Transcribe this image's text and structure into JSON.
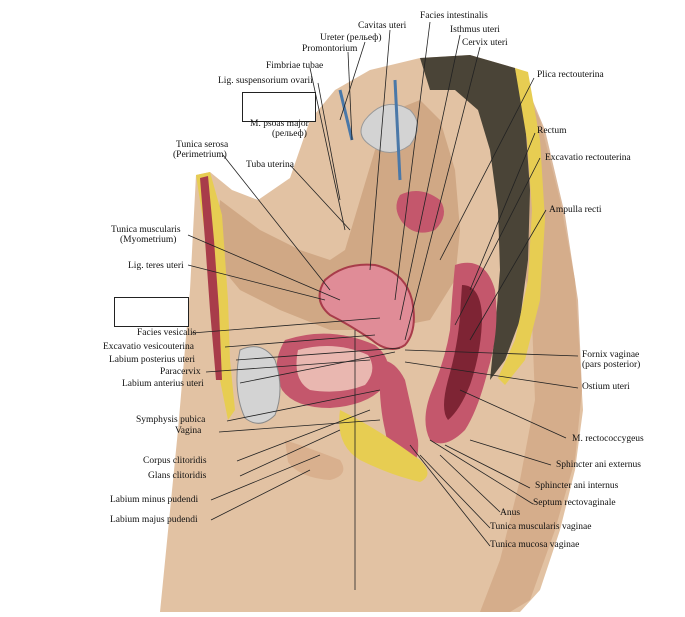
{
  "labels": {
    "cavitas_uteri": "Cavitas uteri",
    "facies_intestinalis": "Facies intestinalis",
    "isthmus_uteri": "Isthmus uteri",
    "ureter": "Ureter (рельеф)",
    "cervix_uteri": "Cervix uteri",
    "promontorium": "Promontorium",
    "fimbriae_tubae": "Fimbriae tubae",
    "plica_rectouterina": "Plica rectouterina",
    "lig_suspensorium": "Lig. suspensorium ovarii",
    "psoas_1": "M. psoas major",
    "psoas_2": "(рельеф)",
    "rectum": "Rectum",
    "tunica_serosa_1": "Tunica serosa",
    "tunica_serosa_2": "(Perimetrium)",
    "excavatio_rectouterina": "Excavatio rectouterina",
    "tuba_uterina": "Tuba uterina",
    "ampulla_recti": "Ampulla recti",
    "tunica_muscularis_1": "Tunica muscularis",
    "tunica_muscularis_2": "(Myometrium)",
    "lig_teres": "Lig. teres uteri",
    "facies_vesicalis": "Facies vesicalis",
    "excavatio_vesicouterina": "Excavatio vesicouterina",
    "labium_posterius": "Labium posterius uteri",
    "paracervix": "Paracervix",
    "labium_anterius": "Labium anterius uteri",
    "fornix_1": "Fornix vaginae",
    "fornix_2": "(pars posterior)",
    "ostium_uteri": "Ostium uteri",
    "symphysis": "Symphysis pubica",
    "vagina": "Vagina",
    "m_rectococcygeus": "M. rectococcygeus",
    "corpus_clitoridis": "Corpus clitoridis",
    "sphincter_externus": "Sphincter ani externus",
    "glans_clitoridis": "Glans clitoridis",
    "sphincter_internus": "Sphincter ani internus",
    "septum": "Septum rectovaginale",
    "labium_minus": "Labium minus pudendi",
    "anus": "Anus",
    "labium_majus": "Labium majus pudendi",
    "tunica_muscularis_vaginae": "Tunica muscularis vaginae",
    "tunica_mucosa_vaginae": "Tunica mucosa vaginae"
  },
  "colors": {
    "skin": "#e2c2a3",
    "skin_shadow": "#c99c77",
    "muscle": "#c4576c",
    "muscle_light": "#e08c97",
    "fat": "#e7cd52",
    "bone": "#4a4437",
    "bone_dots": "#7a735e",
    "blue": "#4a78a8",
    "grey": "#d3d3d3",
    "line": "#222222"
  }
}
